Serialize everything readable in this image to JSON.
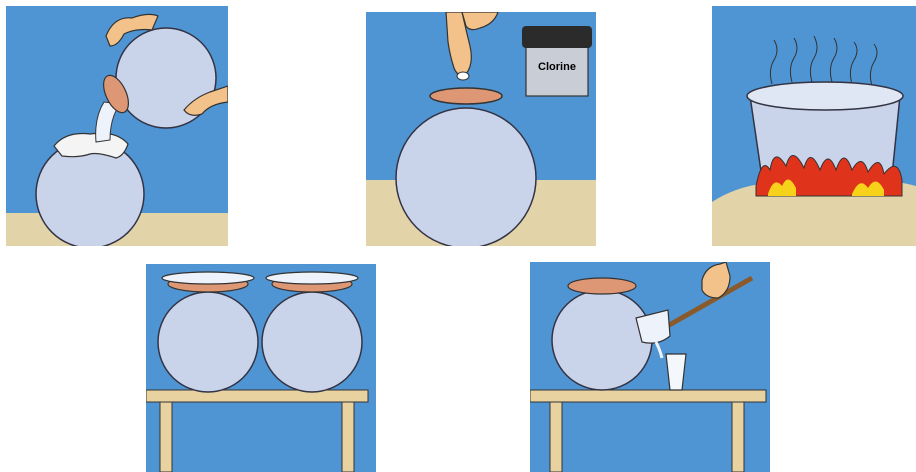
{
  "colors": {
    "sky": "#4f95d3",
    "ground": "#e2d3a8",
    "pot": "#c9d3ea",
    "rim": "#de9775",
    "hand": "#f2c28a",
    "table": "#e8d3a0",
    "flame_red": "#e0331b",
    "flame_yellow": "#f6d21a",
    "jar_lid": "#2b2b2b",
    "jar_body": "#c9cdd6"
  },
  "panels": {
    "filter": {
      "icon": "filtering-water-into-pot-illustration"
    },
    "chlorine": {
      "icon": "adding-chlorine-tablet-illustration",
      "jar_label": "Clorine"
    },
    "boil": {
      "icon": "boiling-water-over-fire-illustration"
    },
    "store": {
      "icon": "covered-pots-on-table-illustration"
    },
    "serve": {
      "icon": "ladle-pouring-into-glass-illustration"
    }
  }
}
